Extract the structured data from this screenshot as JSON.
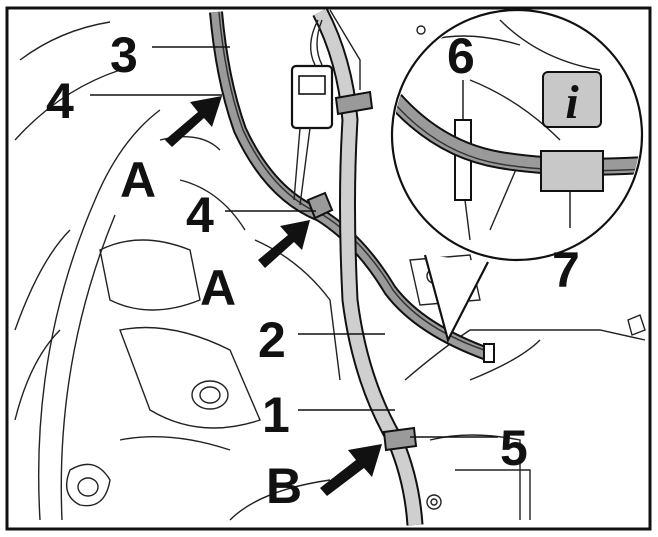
{
  "figure": {
    "labels": {
      "l1": "1",
      "l2": "2",
      "l3": "3",
      "l4a": "4",
      "l4b": "4",
      "l5": "5",
      "l6": "6",
      "l7": "7",
      "la1": "A",
      "la2": "A",
      "lb": "B"
    },
    "info_badge": "i",
    "colors": {
      "frame": "#111111",
      "harness_gray": "#9a9a9a",
      "harness_light": "#cfcfcf",
      "badge_fill": "#c8c8c8",
      "tape_fill": "#c8c8c8"
    }
  }
}
